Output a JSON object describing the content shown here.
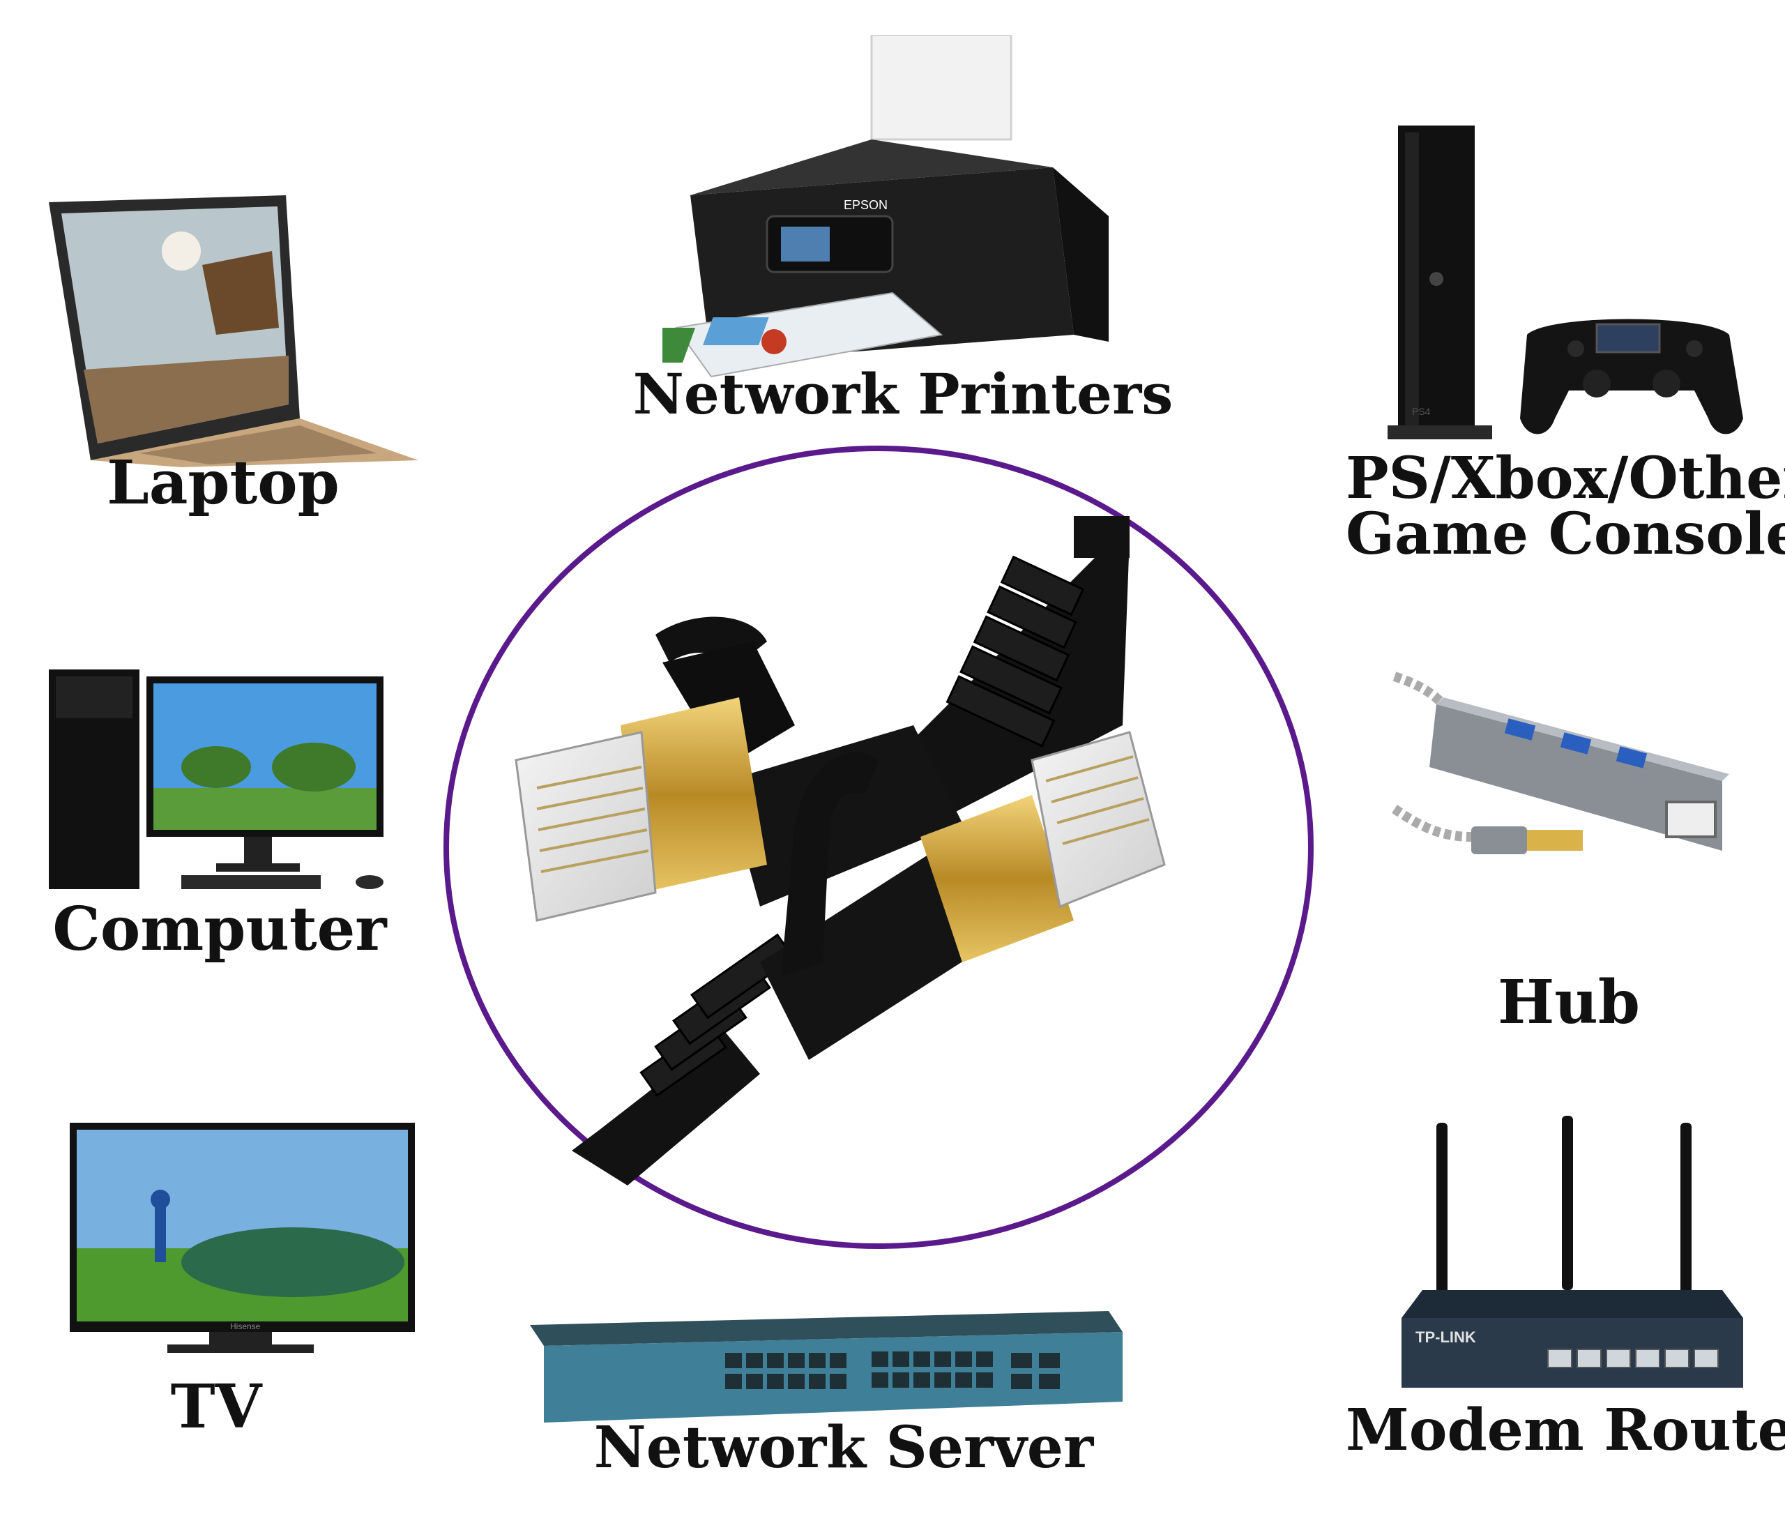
{
  "labels": {
    "laptop": "Laptop",
    "printers": "Network Printers",
    "console_line1": "PS/Xbox/Other",
    "console_line2": "Game Console",
    "computer": "Computer",
    "hub": "Hub",
    "tv": "TV",
    "server": "Network Server",
    "router": "Modem Router"
  },
  "brands": {
    "printer": "EPSON",
    "router": "TP-LINK",
    "tv": "Hisense",
    "console": "PS4"
  },
  "colors": {
    "circle": "#5a1a8c",
    "gold": "#c9a13b",
    "cable": "#121212",
    "server": "#3f7f98",
    "laptop": "#c8a77f",
    "hub": "#8a8f96"
  },
  "icons": {
    "center": "ethernet-cable-icon",
    "laptop": "laptop-icon",
    "printer": "printer-icon",
    "console": "game-console-icon",
    "computer": "desktop-computer-icon",
    "hub": "usb-hub-icon",
    "tv": "tv-icon",
    "server": "network-switch-icon",
    "router": "router-icon"
  }
}
